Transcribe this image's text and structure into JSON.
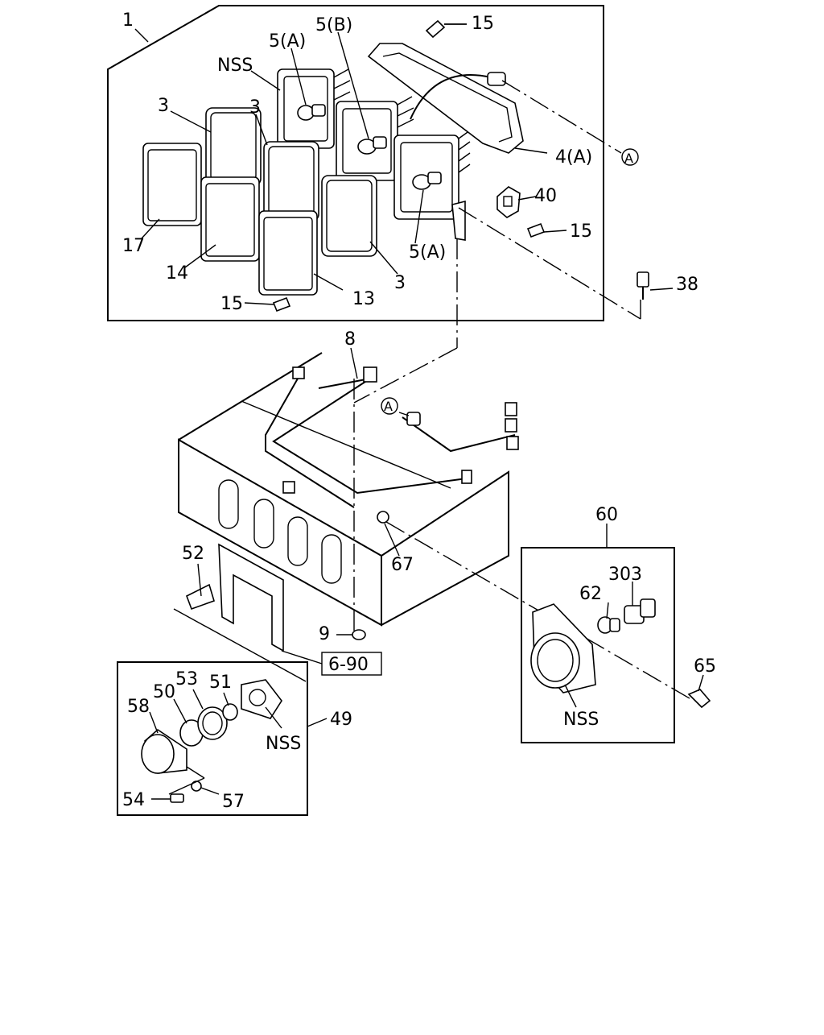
{
  "diagram": {
    "callouts": {
      "c1": "1",
      "c5a_top": "5(A)",
      "c5b": "5(B)",
      "c15_top": "15",
      "nss_top": "NSS",
      "c3_left": "3",
      "c3_mid": "3",
      "c4a": "4(A)",
      "marker_a_top": "A",
      "c40": "40",
      "c15_right": "15",
      "c17": "17",
      "c5a_bottom": "5(A)",
      "c14": "14",
      "c3_bottom": "3",
      "c38": "38",
      "c15_bottom": "15",
      "c13": "13",
      "c8": "8",
      "marker_a_mid": "A",
      "c60": "60",
      "c52": "52",
      "c67": "67",
      "c303": "303",
      "c62": "62",
      "c9": "9",
      "c6_90": "6-90",
      "c65": "65",
      "nss_right": "NSS",
      "c53": "53",
      "c51": "51",
      "c50": "50",
      "c58": "58",
      "c49": "49",
      "nss_bottom": "NSS",
      "c54": "54",
      "c57": "57"
    }
  }
}
